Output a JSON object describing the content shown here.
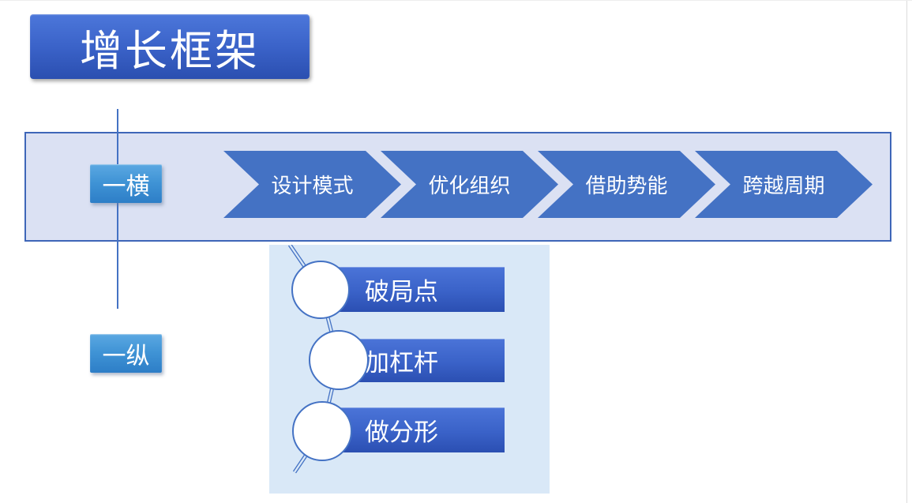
{
  "slide": {
    "title": "增长框架",
    "axis_labels": {
      "horizontal": "一横",
      "vertical": "一纵"
    },
    "horizontal_process": {
      "steps": [
        {
          "label": "设计模式"
        },
        {
          "label": "优化组织"
        },
        {
          "label": "借助势能"
        },
        {
          "label": "跨越周期"
        }
      ]
    },
    "vertical_process": {
      "steps": [
        {
          "label": "破局点"
        },
        {
          "label": "加杠杆"
        },
        {
          "label": "做分形"
        }
      ]
    },
    "colors": {
      "chevron_blue": "#4472c4",
      "band_background": "#dbe1f3",
      "band_border": "#3e66b8",
      "panel_background": "#d9e8f7",
      "title_gradient_top": "#4c77da",
      "title_gradient_bottom": "#2b4fb0",
      "tag_gradient_top": "#5ba8e2",
      "tag_gradient_bottom": "#2d7ec7",
      "bar_gradient_top": "#4b74d8",
      "bar_gradient_bottom": "#2b4fb2",
      "connector_line": "#4472c4",
      "text_on_blue": "#ffffff"
    }
  }
}
